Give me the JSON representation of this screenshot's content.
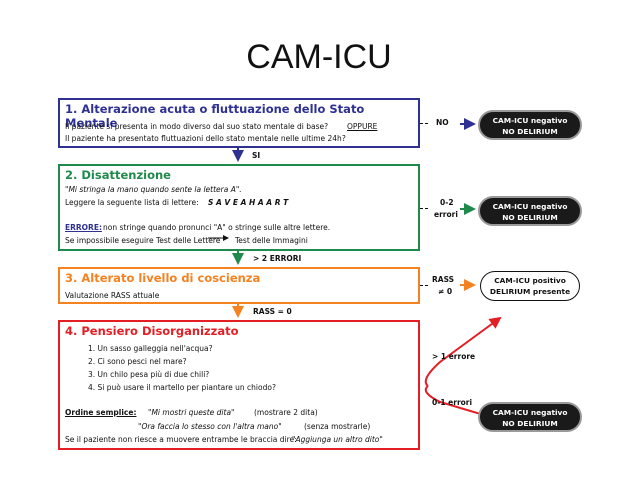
{
  "slide": {
    "title": "CAM-ICU"
  },
  "colors": {
    "blue": "#2e3192",
    "green": "#1f8a4c",
    "orange": "#f58220",
    "red": "#e31e24"
  },
  "step1": {
    "title": "1. Alterazione acuta o fluttuazione dello Stato Mentale",
    "line1": "Il paziente si presenta in modo diverso dal suo stato mentale di base?",
    "oppure": "OPPURE",
    "line2": "Il paziente ha presentato fluttuazioni dello stato mentale nelle ultime 24h?"
  },
  "step2": {
    "title": "2. Disattenzione",
    "line1": "\"Mi stringa la mano quando sente la lettera A\".",
    "line2_prefix": "Leggere la seguente lista di lettere:",
    "letters": "S A V E A H A A R T",
    "errore_label": "ERRORE:",
    "errore_text": "non stringe quando pronunci \"A\" o stringe sulle altre lettere.",
    "line4_left": "Se impossibile eseguire Test delle Lettere",
    "line4_right": "Test delle Immagini"
  },
  "step3": {
    "title": "3. Alterato livello di coscienza",
    "line1": "Valutazione RASS attuale"
  },
  "step4": {
    "title": "4. Pensiero Disorganizzato",
    "q1": "1. Un sasso galleggia nell'acqua?",
    "q2": "2. Ci sono pesci nel mare?",
    "q3": "3. Un chilo pesa più di due chili?",
    "q4": "4. Si può usare il martello per piantare un chiodo?",
    "ordine_label": "Ordine semplice:",
    "ordine1": "\"Mi mostri queste dita\"",
    "ordine1_note": "(mostrare 2 dita)",
    "ordine2": "\"Ora faccia lo stesso con l'altra mano\"",
    "ordine2_note": "(senza mostrarle)",
    "last_prefix": "Se il paziente non riesce a muovere entrambe le braccia dire:",
    "last_quote": "\"Aggiunga un altro dito\""
  },
  "labels": {
    "no": "NO",
    "si": "SI",
    "errori_02_a": "0-2",
    "errori_02_b": "errori",
    "gt2": "> 2 ERRORI",
    "rass_a": "RASS",
    "rass_b": "≠ 0",
    "rass_eq": "RASS = 0",
    "gt1": "> 1 errore",
    "errori_01": "0-1 errori"
  },
  "outcomes": {
    "neg1": {
      "l1": "CAM-ICU negativo",
      "l2": "NO DELIRIUM"
    },
    "neg2": {
      "l1": "CAM-ICU negativo",
      "l2": "NO DELIRIUM"
    },
    "pos": {
      "l1": "CAM-ICU positivo",
      "l2": "DELIRIUM presente"
    },
    "neg3": {
      "l1": "CAM-ICU negativo",
      "l2": "NO DELIRIUM"
    }
  }
}
